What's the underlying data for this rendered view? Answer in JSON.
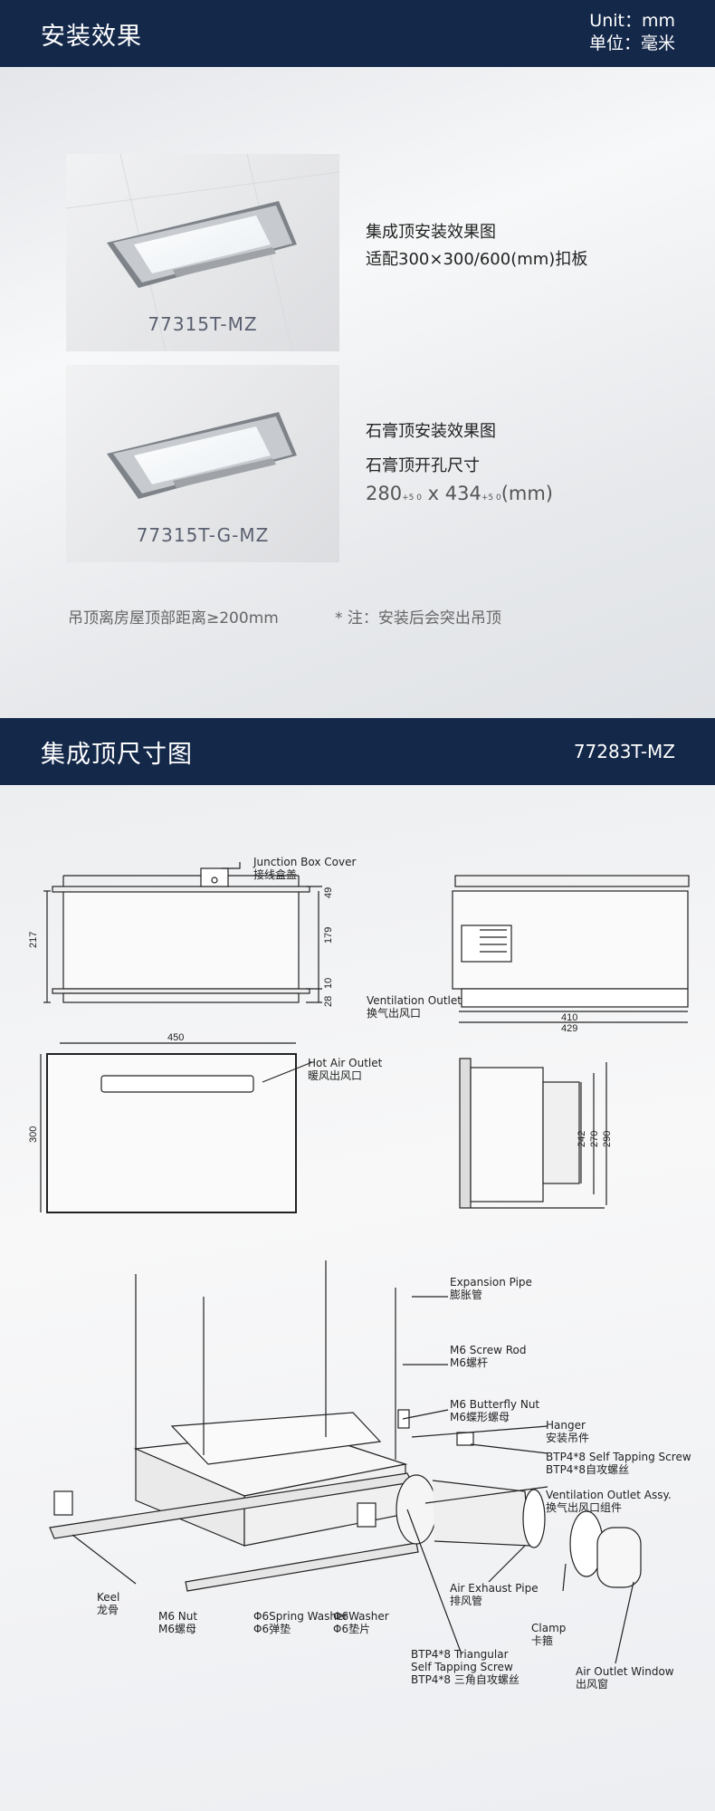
{
  "section1": {
    "title": "安装效果",
    "unit_en": "Unit：mm",
    "unit_cn": "单位：毫米",
    "products": [
      {
        "model": "77315T-MZ",
        "line1": "集成顶安装效果图",
        "line2": "适配300×300/600(mm)扣板"
      },
      {
        "model": "77315T-G-MZ",
        "line1": "石膏顶安装效果图",
        "line2": "石膏顶开孔尺寸",
        "size_a": "280",
        "size_a_tol": "+5 0",
        "size_x": " x ",
        "size_b": "434",
        "size_b_tol": "+5 0",
        "size_unit": "(mm)"
      }
    ],
    "note_left": "吊顶离房屋顶部距离≥200mm",
    "note_right": "* 注：安装后会突出吊顶"
  },
  "section2": {
    "title": "集成顶尺寸图",
    "model": "77283T-MZ"
  },
  "drawing": {
    "labels": {
      "junction_en": "Junction Box Cover",
      "junction_cn": "接线盒盖",
      "vent_en": "Ventilation Outlet",
      "vent_cn": "换气出风口",
      "hot_en": "Hot Air Outlet",
      "hot_cn": "暖风出风口",
      "expansion_en": "Expansion Pipe",
      "expansion_cn": "膨胀管",
      "rod_en": "M6 Screw Rod",
      "rod_cn": "M6螺杆",
      "butterfly_en": "M6 Butterfly Nut",
      "butterfly_cn": "M6蝶形螺母",
      "hanger_en": "Hanger",
      "hanger_cn": "安装吊件",
      "screw_en": "BTP4*8 Self Tapping Screw",
      "screw_cn": "BTP4*8自攻螺丝",
      "ventassy_en": "Ventilation Outlet Assy.",
      "ventassy_cn": "换气出风口组件",
      "keel_en": "Keel",
      "keel_cn": "龙骨",
      "nut_en": "M6 Nut",
      "nut_cn": "M6螺母",
      "spring_en": "Φ6Spring Washer",
      "spring_cn": "Φ6弹垫",
      "washer_en": "Φ6Washer",
      "washer_cn": "Φ6垫片",
      "pipe_en": "Air Exhaust Pipe",
      "pipe_cn": "排风管",
      "clamp_en": "Clamp",
      "clamp_cn": "卡箍",
      "tri_en1": "BTP4*8 Triangular",
      "tri_en2": "Self Tapping Screw",
      "tri_cn": "BTP4*8 三角自攻螺丝",
      "window_en": "Air Outlet Window",
      "window_cn": "出风窗"
    },
    "dims": {
      "h217": "217",
      "h179": "179",
      "h49": "49",
      "h10": "10",
      "h28": "28",
      "w410": "410",
      "w429": "429",
      "w450": "450",
      "h300": "300",
      "d242": "242",
      "d270": "270",
      "d290": "290"
    },
    "colors": {
      "header_bg": "#14284a",
      "line": "#222222"
    }
  }
}
